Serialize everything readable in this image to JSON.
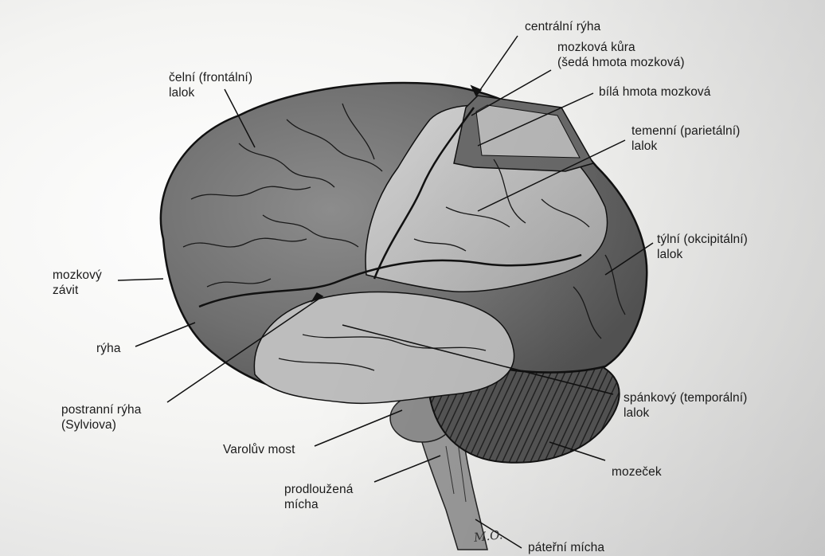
{
  "colors": {
    "paper": "#f2f2f0",
    "cortex_dark": "#6e6e6e",
    "cortex_mid": "#8a8a8a",
    "cortex_light": "#c4c4c4",
    "lines": "#111111"
  },
  "labels": {
    "centralni_ryha": "centrální rýha",
    "mozkova_kura_1": "mozková kůra",
    "mozkova_kura_2": "(šedá hmota mozková)",
    "bila_hmota": "bílá hmota mozková",
    "celni_1": "čelní (frontální)",
    "celni_2": "lalok",
    "temenni_1": "temenní (parietální)",
    "temenni_2": "lalok",
    "tylni_1": "týlní (okcipitální)",
    "tylni_2": "lalok",
    "zavit_1": "mozkový",
    "zavit_2": "závit",
    "ryha": "rýha",
    "postranni_1": "postranní rýha",
    "postranni_2": "(Sylviova)",
    "spankovy_1": "spánkový (temporální)",
    "spankovy_2": "lalok",
    "varoluv": "Varolův most",
    "mozecek": "mozeček",
    "prodlouzena_1": "prodloužená",
    "prodlouzena_2": "mícha",
    "paterni": "páteřní mícha",
    "signature": "M.O."
  }
}
